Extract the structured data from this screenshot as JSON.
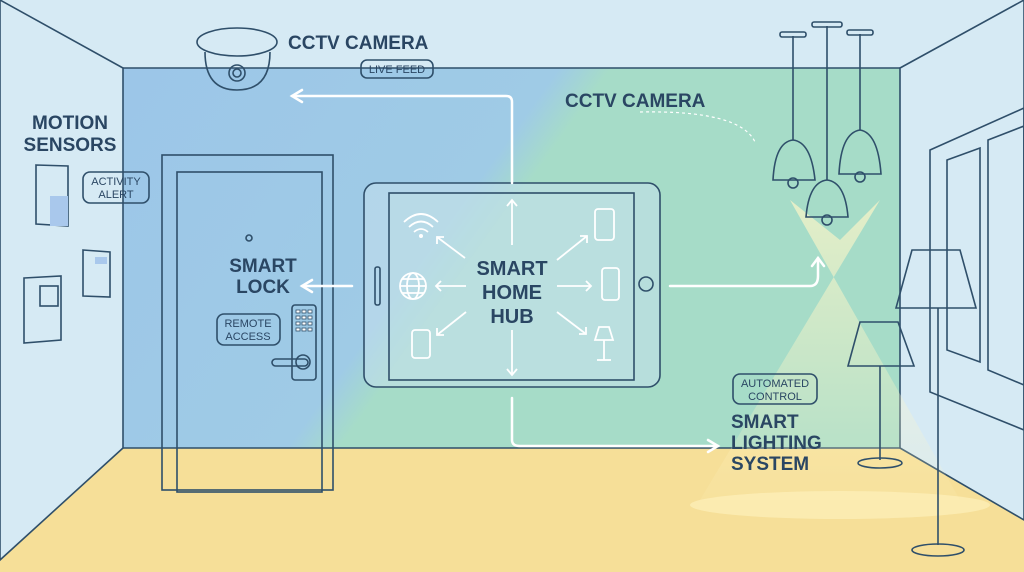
{
  "labels": {
    "cctv_top": "CCTV CAMERA",
    "live_feed": "LIVE FEED",
    "cctv_mid": "CCTV CAMERA",
    "motion_1": "MOTION",
    "motion_2": "SENSORS",
    "activity_1": "ACTIVITY",
    "activity_2": "ALERT",
    "lock_1": "SMART",
    "lock_2": "LOCK",
    "remote_1": "REMOTE",
    "remote_2": "ACCESS",
    "hub_1": "SMART",
    "hub_2": "HOME",
    "hub_3": "HUB",
    "auto_1": "AUTOMATED",
    "auto_2": "CONTROL",
    "light_1": "SMART",
    "light_2": "LIGHTING",
    "light_3": "SYSTEM"
  },
  "icons": [
    "wifi-icon",
    "globe-icon",
    "phone-icon",
    "tablet-icon",
    "lamp-icon",
    "cctv-camera-icon",
    "keypad-lock-icon",
    "motion-sensor-icon",
    "pendant-lamp-icon",
    "floor-lamp-icon"
  ],
  "colors": {
    "wall_blue": "#9cc6e8",
    "wall_green": "#a6dcc8",
    "floor": "#f6df98",
    "text": "#2a4663",
    "lamp": "#f7d27a"
  }
}
